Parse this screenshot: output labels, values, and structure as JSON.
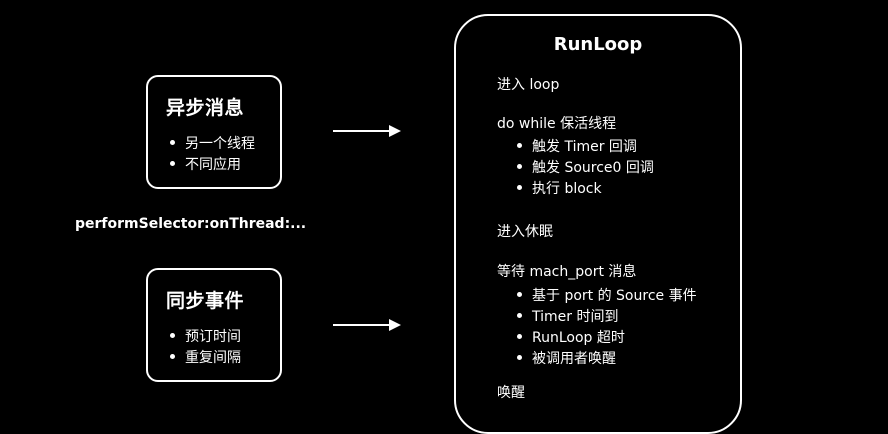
{
  "async_box": {
    "title": "异步消息",
    "items": [
      "另一个线程",
      "不同应用"
    ]
  },
  "sync_box": {
    "title": "同步事件",
    "items": [
      "预订时间",
      "重复间隔"
    ]
  },
  "perform_label": "performSelector:onThread:...",
  "runloop": {
    "title": "RunLoop",
    "enter_loop": "进入 loop",
    "do_while": {
      "label": "do while 保活线程",
      "items": [
        "触发 Timer 回调",
        "触发 Source0 回调",
        "执行 block"
      ]
    },
    "sleep": "进入休眠",
    "wait": {
      "label": "等待 mach_port 消息",
      "items": [
        "基于 port 的 Source 事件",
        "Timer 时间到",
        "RunLoop 超时",
        "被调用者唤醒"
      ]
    },
    "wake": "唤醒"
  }
}
